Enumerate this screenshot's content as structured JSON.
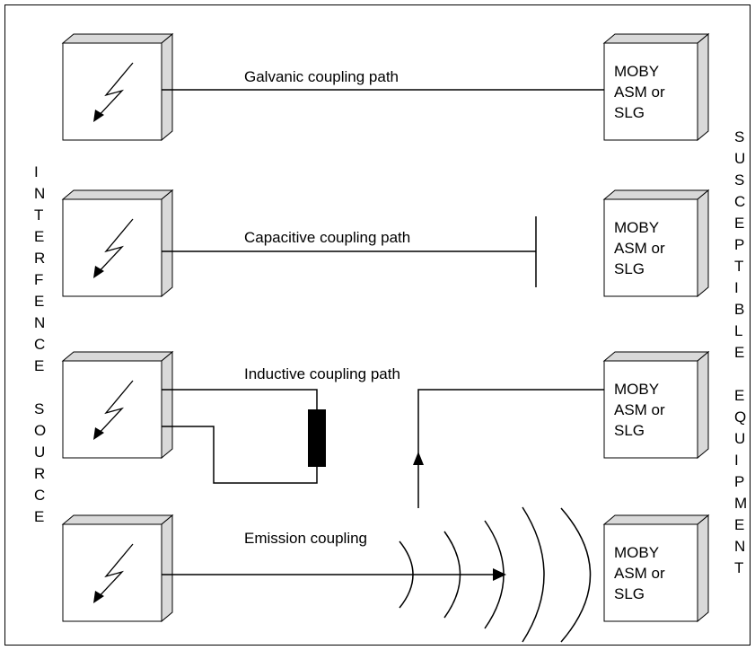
{
  "left_side_label": [
    "I",
    "N",
    "T",
    "E",
    "R",
    "F",
    "E",
    "N",
    "C",
    "E",
    "",
    "S",
    "O",
    "U",
    "R",
    "C",
    "E"
  ],
  "right_side_label": [
    "S",
    "U",
    "S",
    "C",
    "E",
    "P",
    "T",
    "I",
    "B",
    "L",
    "E",
    "",
    "E",
    "Q",
    "U",
    "I",
    "P",
    "M",
    "E",
    "N",
    "T"
  ],
  "rows": [
    {
      "label": "Galvanic coupling path",
      "target_lines": [
        "MOBY",
        "ASM or",
        "SLG"
      ]
    },
    {
      "label": "Capacitive coupling path",
      "target_lines": [
        "MOBY",
        "ASM or",
        "SLG"
      ]
    },
    {
      "label": "Inductive coupling path",
      "target_lines": [
        "MOBY",
        "ASM or",
        "SLG"
      ]
    },
    {
      "label": "Emission coupling",
      "target_lines": [
        "MOBY",
        "ASM or",
        "SLG"
      ]
    }
  ],
  "source_icon": "lightning-bolt-icon",
  "colors": {
    "line": "#000000",
    "box_face": "#ffffff",
    "box_side": "#d9d9d9",
    "coil": "#000000"
  }
}
